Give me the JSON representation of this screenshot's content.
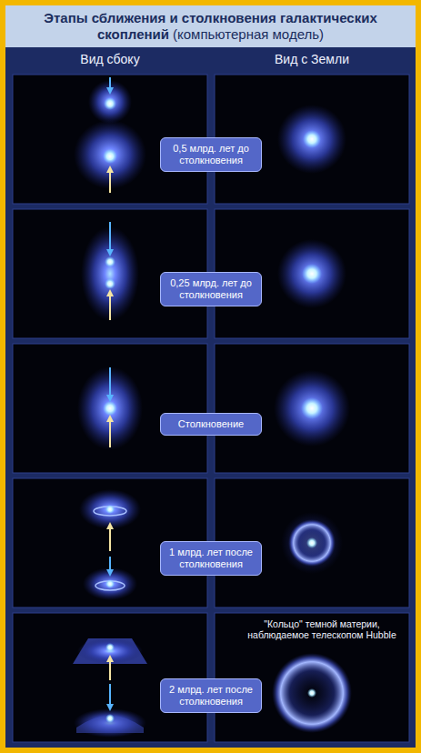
{
  "diagram": {
    "title": "Этапы сближения и столкновения галактических скоплений",
    "nodes": [
      {
        "text": [
          "0,5 млрд. лет до столкновения"
        ]
      },
      {
        "text": [
          "0,25 млрд. лет до столкновения"
        ]
      },
      {
        "text": [
          "Столкновение"
        ]
      },
      {
        "text": [
          "1 млрд. лет после столкновения"
        ]
      },
      {
        "text": [
          "2 млрд. лет после столкновения"
        ]
      }
    ],
    "labels": [
      "(компьютерная модель)",
      "Вид сбоку",
      "Вид с Земли",
      "\"Кольцо\" темной материи, наблюдаемое телескопом Hubble"
    ]
  }
}
